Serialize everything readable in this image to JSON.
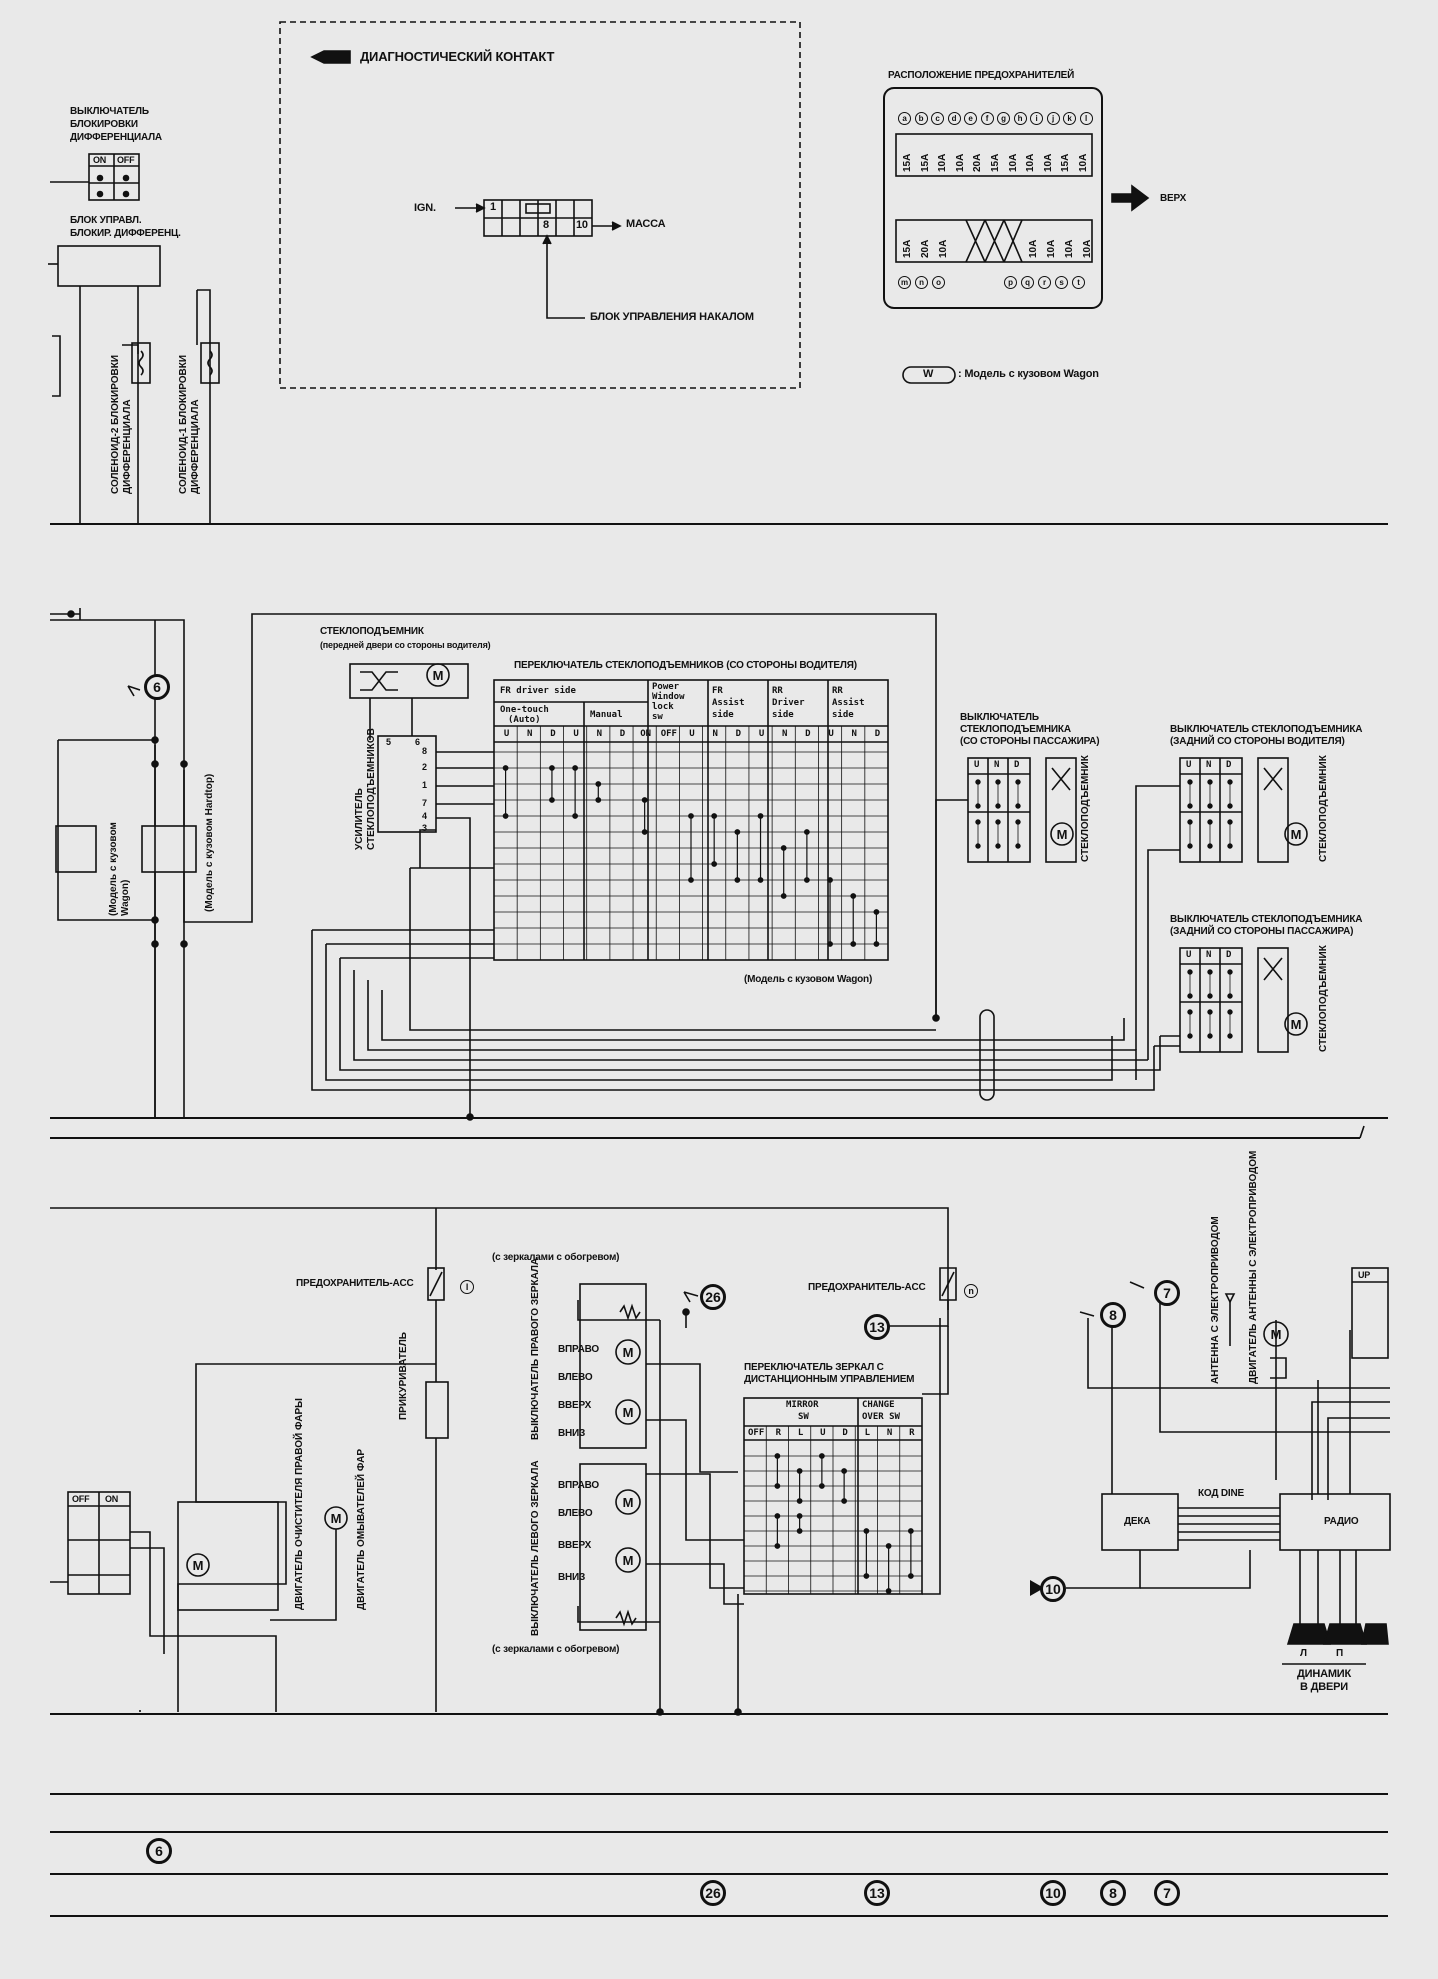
{
  "diag": {
    "title": "ДИАГНОСТИЧЕСКИЙ КОНТАКТ",
    "ign": "IGN.",
    "pin1": "1",
    "pin8": "8",
    "pin10": "10",
    "massa": "МАССА",
    "block": "БЛОК УПРАВЛЕНИЯ НАКАЛОМ"
  },
  "diff": {
    "switch": [
      "ВЫКЛЮЧАТЕЛЬ",
      "БЛОКИРОВКИ",
      "ДИФФЕРЕНЦИАЛА"
    ],
    "on": "ON",
    "off": "OFF",
    "control": [
      "БЛОК УПРАВЛ.",
      "БЛОКИР. ДИФФЕРЕНЦ."
    ],
    "sol2": [
      "СОЛЕНОИД-2 БЛОКИРОВКИ",
      "ДИФФЕРЕНЦИАЛА"
    ],
    "sol1": [
      "СОЛЕНОИД-1 БЛОКИРОВКИ",
      "ДИФФЕРЕНЦИАЛА"
    ]
  },
  "fuses": {
    "title": "РАСПОЛОЖЕНИЕ ПРЕДОХРАНИТЕЛЕЙ",
    "top_ids": [
      "a",
      "b",
      "c",
      "d",
      "e",
      "f",
      "g",
      "h",
      "i",
      "j",
      "k",
      "l"
    ],
    "top_vals": [
      "15A",
      "15A",
      "10A",
      "10A",
      "20A",
      "15A",
      "10A",
      "10A",
      "10A",
      "15A",
      "10A"
    ],
    "bot_vals_left": [
      "15A",
      "20A",
      "10A"
    ],
    "bot_vals_right": [
      "10A",
      "10A",
      "10A",
      "10A"
    ],
    "bot_ids": [
      "m",
      "n",
      "o",
      "p",
      "q",
      "r",
      "s",
      "t"
    ],
    "up": "ВЕРХ",
    "wagon_tag": "W",
    "wagon_note": ": Модель с кузовом Wagon"
  },
  "windows": {
    "regulator_title": "СТЕКЛОПОДЪЕМНИК",
    "regulator_sub": "(передней двери со стороны водителя)",
    "main_switch": "ПЕРЕКЛЮЧАТЕЛЬ СТЕКЛОПОДЪЕМНИКОВ (СО СТОРОНЫ ВОДИТЕЛЯ)",
    "amp": [
      "УСИЛИТЕЛЬ",
      "СТЕКЛОПОДЪЕМНИКОВ"
    ],
    "amp_pins_top": [
      "5",
      "6"
    ],
    "amp_pins": [
      "8",
      "2",
      "1",
      "7",
      "4",
      "3"
    ],
    "col_fr": "FR driver side",
    "col_onetouch": [
      "One-touch",
      "(Auto)"
    ],
    "col_manual": "Manual",
    "col_pwl": [
      "Power",
      "Window",
      "lock",
      "sw"
    ],
    "col_fra": [
      "FR",
      "Assist",
      "side"
    ],
    "col_rrd": [
      "RR",
      "Driver",
      "side"
    ],
    "col_rra": [
      "RR",
      "Assist",
      "side"
    ],
    "sub_cols": [
      "U",
      "N",
      "D",
      "U",
      "N",
      "D",
      "ON",
      "OFF",
      "U",
      "N",
      "D",
      "U",
      "N",
      "D",
      "U",
      "N",
      "D"
    ],
    "wagon_model": "(Модель с кузовом Wagon)",
    "wagon_left": [
      "(Модель с кузовом",
      "Wagon)"
    ],
    "hardtop": "(Модель с кузовом Hardtop)",
    "pass_switch": [
      "ВЫКЛЮЧАТЕЛЬ",
      "СТЕКЛОПОДЪЕМНИКА",
      "(СО СТОРОНЫ ПАССАЖИРА)"
    ],
    "rear_drv": [
      "ВЫКЛЮЧАТЕЛЬ СТЕКЛОПОДЪЕМНИКА",
      "(ЗАДНИЙ СО СТОРОНЫ ВОДИТЕЛЯ)"
    ],
    "rear_pass": [
      "ВЫКЛЮЧАТЕЛЬ СТЕКЛОПОДЪЕМНИКА",
      "(ЗАДНИЙ СО СТОРОНЫ ПАССАЖИРА)"
    ],
    "regulator_vert": "СТЕКЛОПОДЪЕМНИК",
    "und": [
      "U",
      "N",
      "D"
    ]
  },
  "lower": {
    "fuse_acc_left": "ПРЕДОХРАНИТЕЛЬ-ACC",
    "fuse_acc_left_id": "l",
    "fuse_acc_right": "ПРЕДОХРАНИТЕЛЬ-ACC",
    "fuse_acc_right_id": "n",
    "lighter": "ПРИКУРИВАТЕЛЬ",
    "wiper": "ДВИГАТЕЛЬ ОЧИСТИТЕЛЯ ПРАВОЙ ФАРЫ",
    "washer": "ДВИГАТЕЛЬ ОМЫВАТЕЛЕЙ ФАР",
    "off": "OFF",
    "on": "ON",
    "heated_top": "(с зеркалами с обогревом)",
    "heated_bot": "(с зеркалами с обогревом)",
    "right_mirror": "ВЫКЛЮЧАТЕЛЬ ПРАВОГО ЗЕРКАЛА",
    "left_mirror": "ВЫКЛЮЧАТЕЛЬ ЛЕВОГО ЗЕРКАЛА",
    "dirs": [
      "ВПРАВО",
      "ВЛЕВО",
      "ВВЕРХ",
      "ВНИЗ"
    ],
    "mirror_switch": [
      "ПЕРЕКЛЮЧАТЕЛЬ ЗЕРКАЛ С",
      "ДИСТАНЦИОННЫМ УПРАВЛЕНИЕМ"
    ],
    "mirror_col": [
      "MIRROR",
      "SW"
    ],
    "change_col": [
      "CHANGE",
      "OVER SW"
    ],
    "mirror_sub": [
      "OFF",
      "R",
      "L",
      "U",
      "D",
      "L",
      "N",
      "R"
    ],
    "antenna": "АНТЕННА С ЭЛЕКТРОПРИВОДОМ",
    "antenna_motor": "ДВИГАТЕЛЬ АНТЕННЫ С ЭЛЕКТРОПРИВОДОМ",
    "up": "UP",
    "deck": "ДЕКА",
    "dine": "КОД DINE",
    "radio": "РАДИО",
    "speaker_l": "Л",
    "speaker_r": "П",
    "speaker": [
      "ДИНАМИК",
      "В ДВЕРИ"
    ]
  },
  "badges": {
    "b6": "6",
    "b26": "26",
    "b13": "13",
    "b8": "8",
    "b7": "7",
    "b10": "10"
  }
}
